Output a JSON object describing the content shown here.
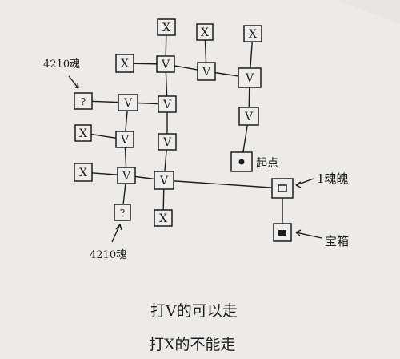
{
  "labels": {
    "soul_4210_top": "4210魂",
    "start": "起点",
    "one_soul": "1魂魄",
    "treasure": "宝箱",
    "soul_4210_bottom": "4210魂"
  },
  "legend": {
    "check_line": "打V的可以走",
    "cross_line": "打X的不能走"
  },
  "marks": {
    "check": "V",
    "cross": "X",
    "unknown": "?"
  },
  "colors": {
    "paper": "#ecebe9",
    "ink": "#1d1d1d",
    "background": "#cfcdcb"
  }
}
